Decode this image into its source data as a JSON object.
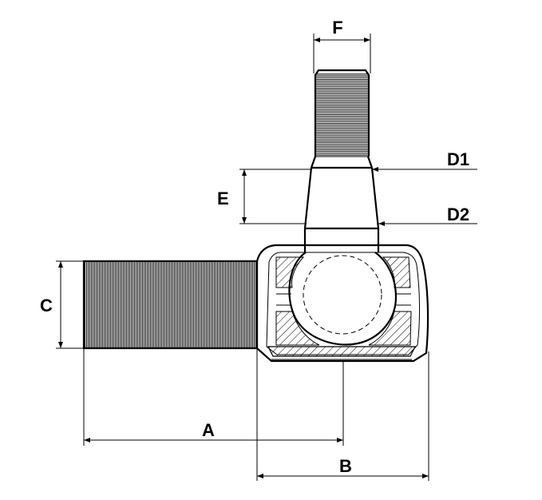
{
  "drawing": {
    "labels": {
      "f": "F",
      "d1": "D1",
      "d2": "D2",
      "e": "E",
      "c": "C",
      "a": "A",
      "b": "B"
    },
    "colors": {
      "line": "#000000",
      "background": "#ffffff"
    }
  }
}
